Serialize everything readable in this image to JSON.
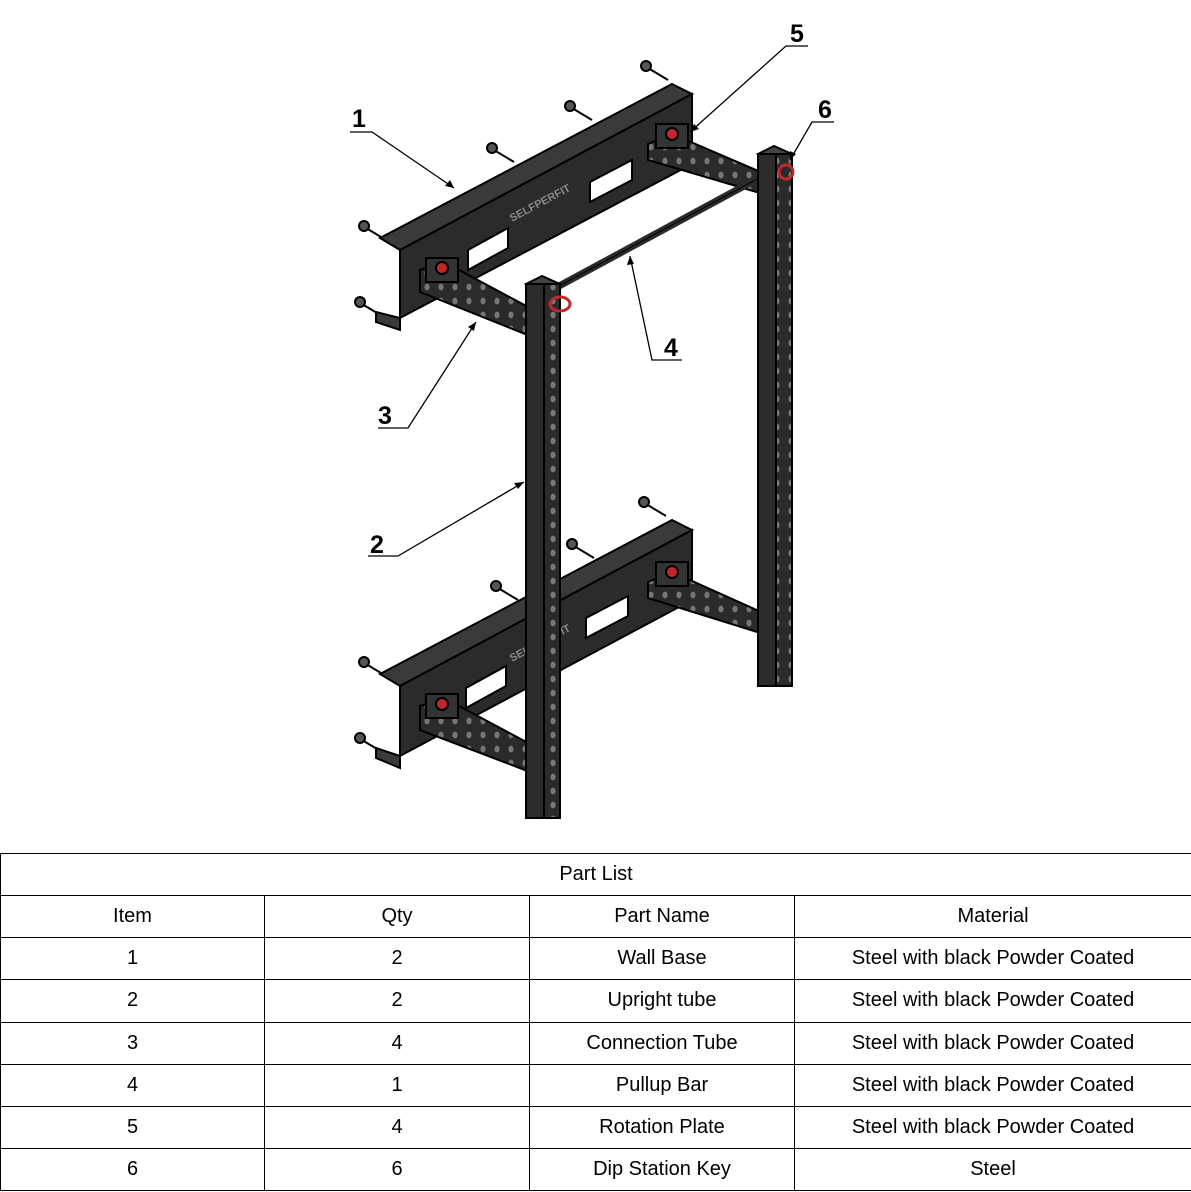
{
  "drawing": {
    "callouts": [
      {
        "label": "1"
      },
      {
        "label": "2"
      },
      {
        "label": "3"
      },
      {
        "label": "4"
      },
      {
        "label": "5"
      },
      {
        "label": "6"
      }
    ],
    "logo_text": "SELFPERFIT",
    "colors": {
      "frame": "#2b2b2b",
      "edge": "#000000",
      "pin": "#c0282d"
    }
  },
  "table": {
    "title": "Part List",
    "headers": [
      "Item",
      "Qty",
      "Part Name",
      "Material"
    ],
    "rows": [
      [
        "1",
        "2",
        "Wall Base",
        "Steel with black Powder Coated"
      ],
      [
        "2",
        "2",
        "Upright tube",
        "Steel with black Powder Coated"
      ],
      [
        "3",
        "4",
        "Connection Tube",
        "Steel with black Powder Coated"
      ],
      [
        "4",
        "1",
        "Pullup Bar",
        "Steel with black Powder Coated"
      ],
      [
        "5",
        "4",
        "Rotation Plate",
        "Steel with black Powder Coated"
      ],
      [
        "6",
        "6",
        "Dip Station Key",
        "Steel"
      ]
    ]
  }
}
